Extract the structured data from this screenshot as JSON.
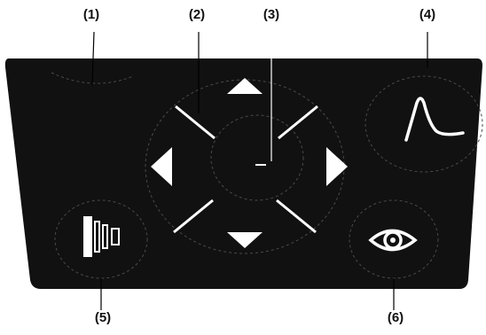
{
  "callouts": {
    "c1": "(1)",
    "c2": "(2)",
    "c3": "(3)",
    "c4": "(4)",
    "c5": "(5)",
    "c6": "(6)"
  },
  "colors": {
    "panel": "#111111",
    "symbol": "#ffffff",
    "zone_outline": "#5a5a5a",
    "leader_line": "#000000"
  },
  "controls": [
    {
      "id": "zone-1",
      "callout": "(1)",
      "icon": "none"
    },
    {
      "id": "nav-pad",
      "callout": "(2)",
      "icon": "arrow-pad"
    },
    {
      "id": "center-key",
      "callout": "(3)",
      "icon": "center-mark"
    },
    {
      "id": "waveform-key",
      "callout": "(4)",
      "icon": "waveform-icon"
    },
    {
      "id": "collimator-key",
      "callout": "(5)",
      "icon": "bars-icon"
    },
    {
      "id": "view-key",
      "callout": "(6)",
      "icon": "eye-icon"
    }
  ]
}
